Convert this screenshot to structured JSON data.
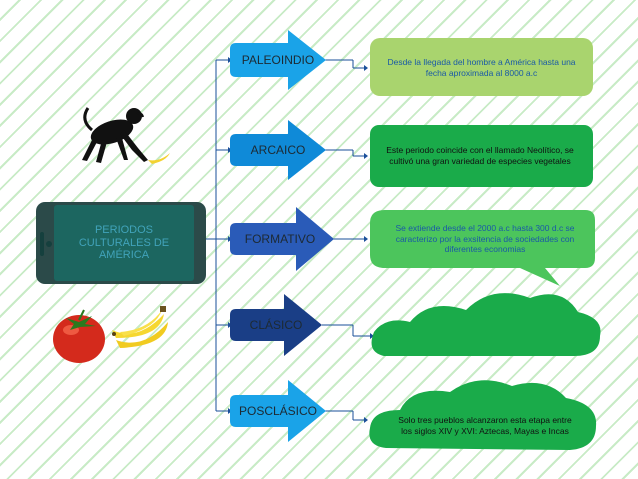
{
  "main": {
    "title": "PERIODOS CULTURALES DE AMÉRICA",
    "border_color": "#2b4a49",
    "fill": "#1c6660",
    "text_color": "#41a3ba"
  },
  "periods": [
    {
      "label": "PALEOINDIO",
      "arrow_color": "#1aa3e8",
      "description": "Desde la llegada del hombre a América hasta una fecha aproximada al 8000 a.c",
      "desc_shape": "rounded-box",
      "desc_color": "#a9d46e",
      "desc_text_color": "#1a5aa6"
    },
    {
      "label": "ARCAICO",
      "arrow_color": "#0f8ad8",
      "description": "Este periodo coincide con el llamado Neolítico, se cultivó una gran variedad de especies vegetales",
      "desc_shape": "rounded-box",
      "desc_color": "#1aab4a",
      "desc_text_color": "#111111"
    },
    {
      "label": "FORMATIVO",
      "arrow_color": "#2a5bb8",
      "description": "Se extiende desde el 2000 a.c hasta 300 d.c se caracterizo por la exsitencia de sociedades con diferentes economias",
      "desc_shape": "speech-bubble",
      "desc_color": "#4cc55c",
      "desc_text_color": "#1a5aa6",
      "desc_text_color_last": "#111111"
    },
    {
      "label": "CLÁSICO",
      "arrow_color": "#1a3e86",
      "description": "",
      "desc_shape": "cloud",
      "desc_color": "#1aab4a",
      "desc_text_color": "#111111"
    },
    {
      "label": "POSCLÁSICO",
      "arrow_color": "#1aa3e8",
      "description": "Solo tres pueblos alcanzaron esta etapa entre los siglos XIV y XVI: Aztecas, Mayas e Incas",
      "desc_shape": "cloud-callout",
      "desc_color": "#1aab4a",
      "desc_text_color": "#111111"
    }
  ],
  "illustrations": [
    "monkey",
    "banana",
    "tomato",
    "bananas"
  ],
  "connector_color": "#1a4f99"
}
